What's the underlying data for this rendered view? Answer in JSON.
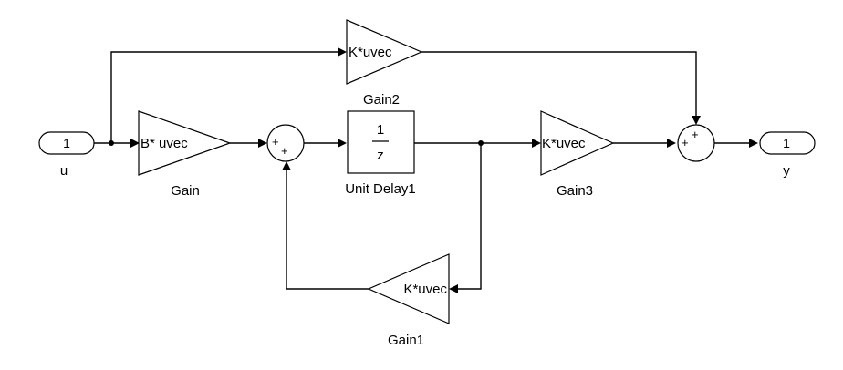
{
  "ports": {
    "in": {
      "number": "1",
      "name": "u"
    },
    "out": {
      "number": "1",
      "name": "y"
    }
  },
  "blocks": {
    "gain": {
      "expr": "B* uvec",
      "name": "Gain"
    },
    "gain1": {
      "expr": "K*uvec",
      "name": "Gain1"
    },
    "gain2": {
      "expr": "K*uvec",
      "name": "Gain2"
    },
    "gain3": {
      "expr": "K*uvec",
      "name": "Gain3"
    },
    "unit_delay": {
      "numerator": "1",
      "denominator": "z",
      "name": "Unit Delay1"
    }
  },
  "sums": {
    "sum1": {
      "signs": [
        "+",
        "+"
      ]
    },
    "sum2": {
      "signs": [
        "+",
        "+"
      ]
    }
  }
}
